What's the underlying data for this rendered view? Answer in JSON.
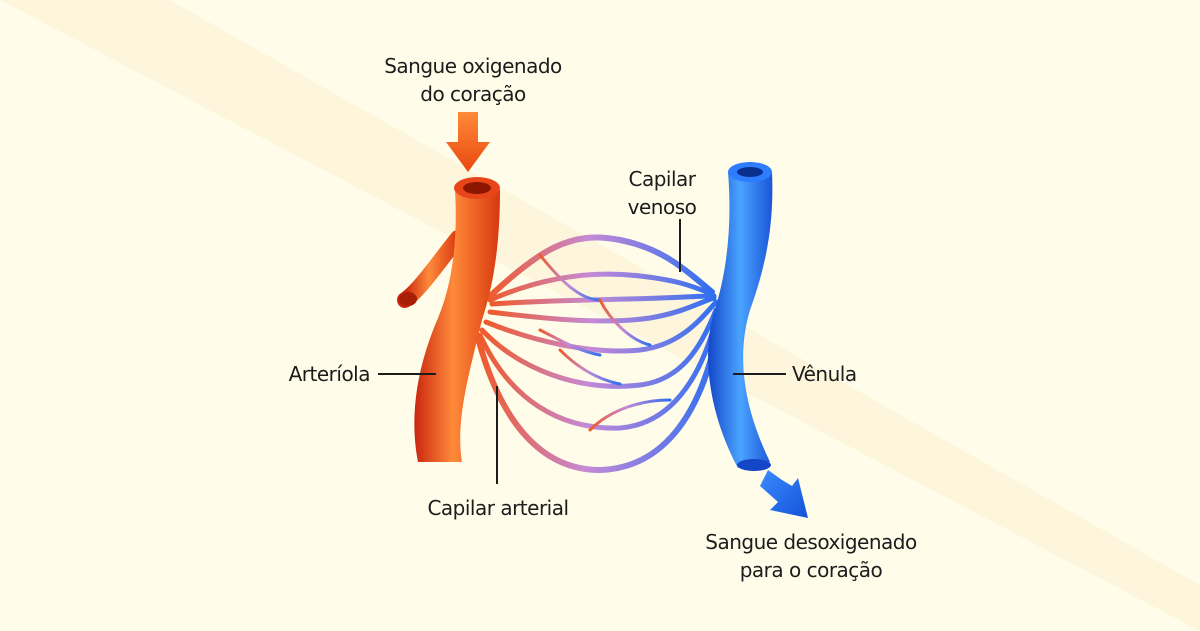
{
  "labels": {
    "oxygenated": {
      "line1": "Sangue oxigenado",
      "line2": "do coração"
    },
    "venous_capillary": {
      "line1": "Capilar",
      "line2": "venoso"
    },
    "arteriole": "Arteríola",
    "venule": "Vênula",
    "arterial_capillary": "Capilar arterial",
    "deoxygenated": {
      "line1": "Sangue desoxigenado",
      "line2": "para o coração"
    }
  },
  "colors": {
    "background_light": "#fffdea",
    "background_band": "#fef7dc",
    "artery": "#e8461a",
    "artery_highlight": "#ff8a3a",
    "vein": "#1f5fe0",
    "vein_highlight": "#4aa3ff",
    "capillary_mid": "#c58ad6",
    "oxygen_arrow": "#f25c10",
    "deoxygen_arrow": "#1f73ef"
  }
}
